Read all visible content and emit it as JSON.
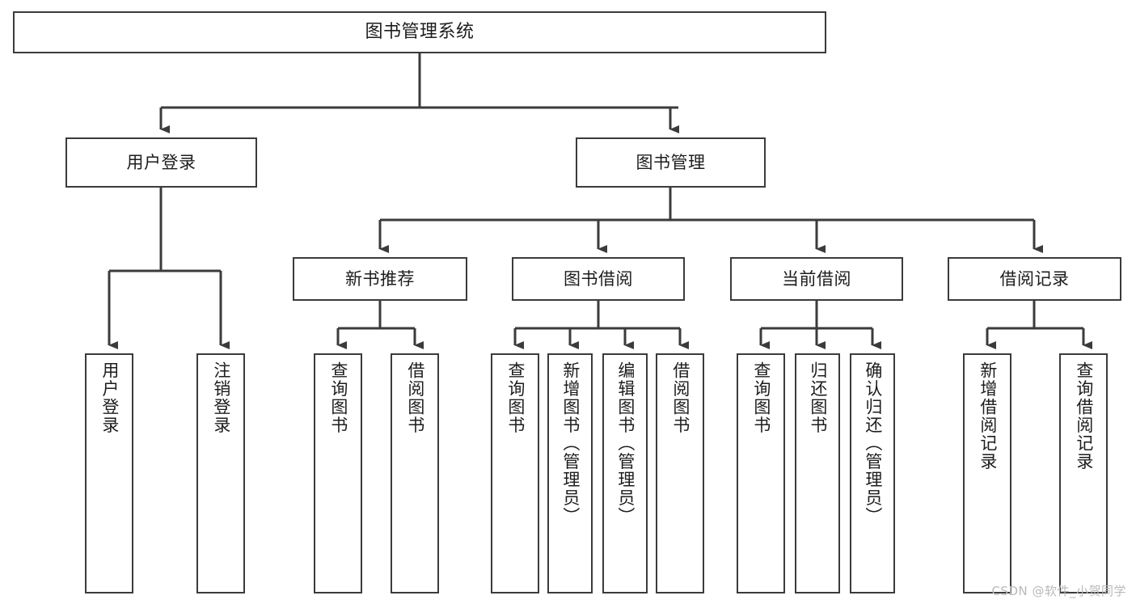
{
  "diagram": {
    "title": "图书管理系统",
    "type": "tree",
    "stroke_color": "#3b3b3b",
    "fill_color": "#ffffff",
    "text_color": "#1d1d1d"
  },
  "root": {
    "label": "图书管理系统"
  },
  "level2": [
    {
      "label": "用户登录"
    },
    {
      "label": "图书管理"
    }
  ],
  "level3": [
    {
      "label": "新书推荐"
    },
    {
      "label": "图书借阅"
    },
    {
      "label": "当前借阅"
    },
    {
      "label": "借阅记录"
    }
  ],
  "leaves": {
    "user_login": [
      {
        "label": "用户登录"
      },
      {
        "label": "注销登录"
      }
    ],
    "new_book": [
      {
        "label": "查询图书"
      },
      {
        "label": "借阅图书"
      }
    ],
    "book_borrow": [
      {
        "label": "查询图书"
      },
      {
        "label": "新增图书（管理员）"
      },
      {
        "label": "编辑图书（管理员）"
      },
      {
        "label": "借阅图书"
      }
    ],
    "current_borrow": [
      {
        "label": "查询图书"
      },
      {
        "label": "归还图书"
      },
      {
        "label": "确认归还（管理员）"
      }
    ],
    "borrow_record": [
      {
        "label": "新增借阅记录"
      },
      {
        "label": "查询借阅记录"
      }
    ]
  },
  "watermark": {
    "text": "CSDN @软件_小贺同学"
  }
}
